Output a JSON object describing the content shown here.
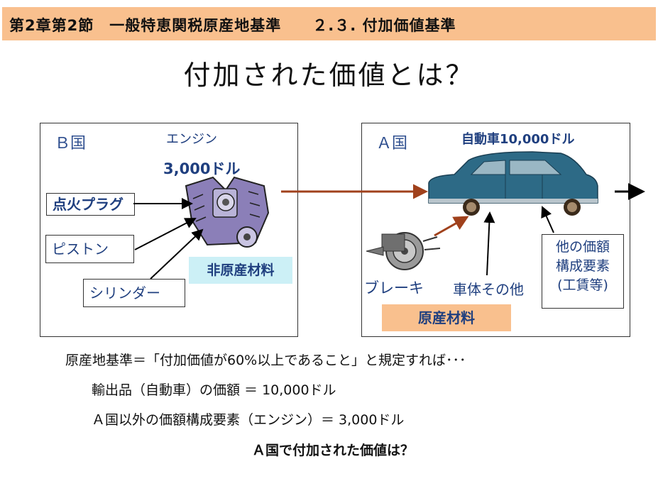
{
  "header": {
    "text": "第2章第2節　一般特恵関税原産地基準　　２.３. 付加価値基準"
  },
  "title": "付加された価値とは？",
  "country_b": {
    "label": "Ｂ国",
    "engine_name": "エンジン",
    "engine_price": "3,000ドル",
    "parts": [
      "点火プラグ",
      "ピストン",
      "シリンダー"
    ],
    "non_origin_label": "非原産材料"
  },
  "country_a": {
    "label": "Ａ国",
    "car_price": "自動車10,000ドル",
    "brake": "ブレーキ",
    "body": "車体その他",
    "other_line1": "他の価額",
    "other_line2": "構成要素",
    "other_line3": "(工賃等)",
    "origin_label": "原産材料"
  },
  "explanation": {
    "line1": "原産地基準＝「付加価値が60%以上であること」と規定すれば･･･",
    "line2": "輸出品（自動車）の価額 ＝ 10,000ドル",
    "line3": "Ａ国以外の価額構成要素（エンジン）＝ 3,000ドル",
    "question": "Ａ国で付加された価値は？"
  },
  "colors": {
    "header_bg": "#f9c08e",
    "label_blue": "#1f3f7f",
    "arrow_brown": "#a0411c",
    "car_teal": "#2d6a86",
    "cyan_label": "#ccf0f6"
  },
  "icons": [
    "engine-illustration",
    "car-illustration",
    "brake-illustration"
  ]
}
